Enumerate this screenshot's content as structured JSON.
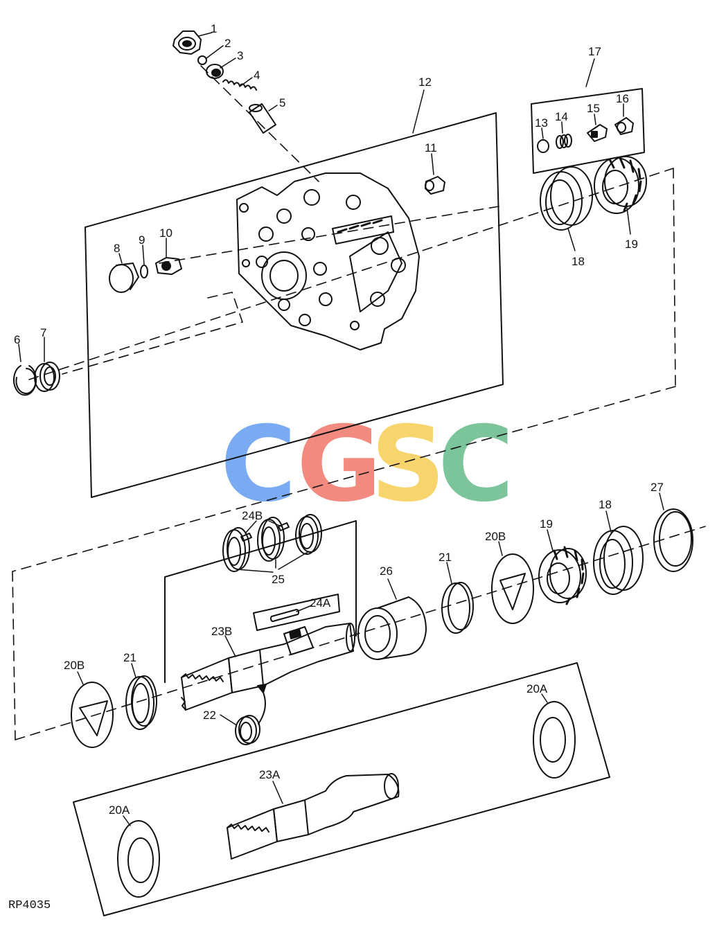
{
  "figure_code": "RP4035",
  "watermark": {
    "letters": [
      {
        "char": "C",
        "color": "#7aaaf2"
      },
      {
        "char": "G",
        "color": "#f28a80"
      },
      {
        "char": "S",
        "color": "#f7d46c"
      },
      {
        "char": "C",
        "color": "#7cc49a"
      }
    ]
  },
  "callouts": {
    "c1": "1",
    "c2": "2",
    "c3": "3",
    "c4": "4",
    "c5": "5",
    "c6": "6",
    "c7": "7",
    "c8": "8",
    "c9": "9",
    "c10": "10",
    "c11": "11",
    "c12": "12",
    "c13": "13",
    "c14": "14",
    "c15": "15",
    "c16": "16",
    "c17": "17",
    "c18a": "18",
    "c19a": "19",
    "c24b": "24B",
    "c25": "25",
    "c24a": "24A",
    "c26": "26",
    "c21a": "21",
    "c20b_right": "20B",
    "c19b": "19",
    "c18b": "18",
    "c27": "27",
    "c23b": "23B",
    "c20b_left": "20B",
    "c21b": "21",
    "c22": "22",
    "c20a_right": "20A",
    "c23a": "23A",
    "c20a_left": "20A"
  }
}
